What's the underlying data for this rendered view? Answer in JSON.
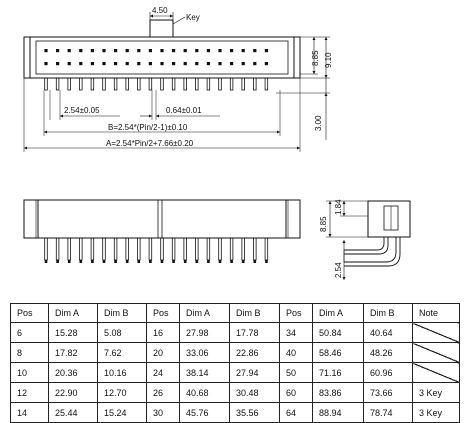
{
  "top_view": {
    "key_width": "4.50",
    "key_label": "Key",
    "height_inner": "8.85",
    "height_outer": "9.10",
    "pitch": "2.54±0.05",
    "pin_width": "0.64±0.01",
    "dim_b": "B=2.54*(Pin/2-1)±0.10",
    "dim_a": "A=2.54*Pin/2+7.66±0.20",
    "pin_length": "3.00"
  },
  "side_view": {
    "height": "8.85",
    "offset": "1.84",
    "pitch": "2.54"
  },
  "table": {
    "headers": [
      "Pos",
      "Dim A",
      "Dim B",
      "Pos",
      "Dim A",
      "Dim B",
      "Pos",
      "Dim A",
      "Dim B",
      "Note"
    ],
    "rows": [
      [
        "6",
        "15.28",
        "5.08",
        "16",
        "27.98",
        "17.78",
        "34",
        "50.84",
        "40.64",
        ""
      ],
      [
        "8",
        "17.82",
        "7.62",
        "20",
        "33.06",
        "22.86",
        "40",
        "58.46",
        "48.26",
        ""
      ],
      [
        "10",
        "20.36",
        "10.16",
        "24",
        "38.14",
        "27.94",
        "50",
        "71.16",
        "60.96",
        ""
      ],
      [
        "12",
        "22.90",
        "12.70",
        "26",
        "40.68",
        "30.48",
        "60",
        "83.86",
        "73.66",
        "3 Key"
      ],
      [
        "14",
        "25.44",
        "15.24",
        "30",
        "45.76",
        "35.56",
        "64",
        "88.94",
        "78.74",
        "3 Key"
      ]
    ]
  }
}
